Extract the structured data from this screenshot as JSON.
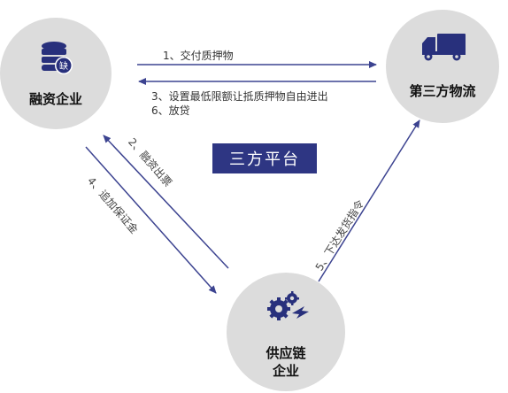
{
  "nodes": {
    "financing": {
      "label": "融资企业",
      "icon_text": "缺"
    },
    "logistics": {
      "label": "第三方物流"
    },
    "supply_chain": {
      "label_line1": "供应链",
      "label_line2": "企业"
    }
  },
  "platform": {
    "label": "三方平台"
  },
  "flows": {
    "f1": "1、交付质押物",
    "f3": "3、设置最低限额让抵质押物自由进出",
    "f6": "6、放贷",
    "f2": "2、融资出票",
    "f4": "4、追加保证金",
    "f5": "5、下达发货指令"
  },
  "colors": {
    "circle": "#dcdcdc",
    "icon": "#28307c",
    "arrow": "#3c4390",
    "platform_bg": "#2e3683"
  }
}
